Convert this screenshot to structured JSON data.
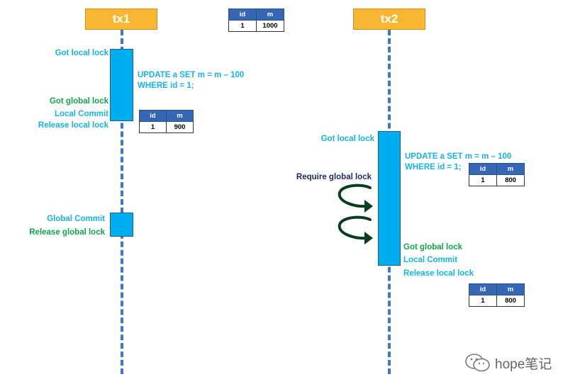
{
  "tx1": {
    "title": "tx1",
    "got_local_lock": "Got local lock",
    "sql_line1": "UPDATE a SET m = m – 100",
    "sql_line2": "WHERE id = 1;",
    "got_global_lock": "Got global lock",
    "local_commit": "Local Commit",
    "release_local_lock": "Release local lock",
    "global_commit": "Global Commit",
    "release_global_lock": "Release global lock"
  },
  "tx2": {
    "title": "tx2",
    "got_local_lock": "Got local lock",
    "sql_line1": "UPDATE a SET m = m – 100",
    "sql_line2": "WHERE id = 1;",
    "require_global_lock": "Require global lock",
    "got_global_lock": "Got global lock",
    "local_commit": "Local Commit",
    "release_local_lock": "Release local lock"
  },
  "tables": {
    "initial": {
      "headers": [
        "id",
        "m"
      ],
      "row": [
        "1",
        "1000"
      ]
    },
    "after_tx1": {
      "headers": [
        "id",
        "m"
      ],
      "row": [
        "1",
        "900"
      ]
    },
    "tx2_pending": {
      "headers": [
        "id",
        "m"
      ],
      "row": [
        "1",
        "800"
      ]
    },
    "after_tx2": {
      "headers": [
        "id",
        "m"
      ],
      "row": [
        "1",
        "800"
      ]
    }
  },
  "watermark": {
    "text": "hope笔记",
    "icon": "wechat-icon"
  },
  "colors": {
    "tx_header": "#f8b733",
    "block": "#00aeef",
    "lifeline": "#3d78c9",
    "label_blue": "#14b4e6",
    "label_green": "#11a64a",
    "label_navy": "#1f2a6b",
    "table_header": "#3567b5",
    "highlight": "#ffff3b",
    "spin_arrow": "#0b3d1f"
  }
}
